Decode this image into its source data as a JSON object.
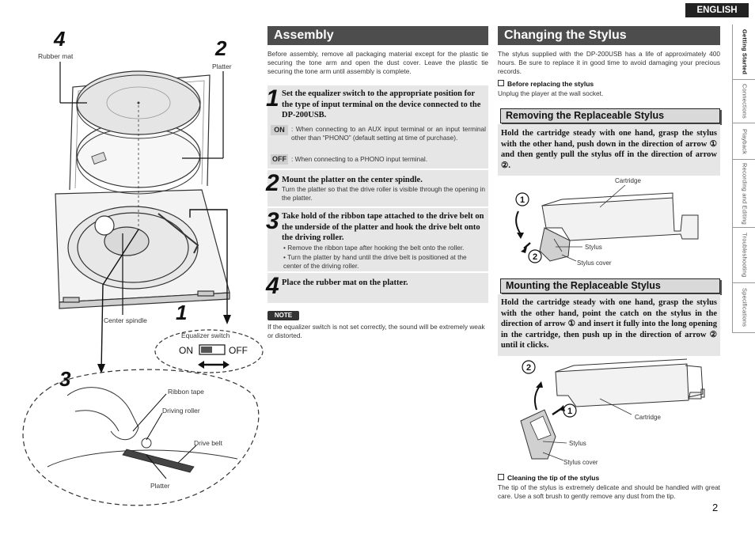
{
  "header": {
    "language": "ENGLISH",
    "page_number": "2"
  },
  "side_tabs": [
    "Getting Started",
    "Connections",
    "Playback",
    "Recording and Editing",
    "Troubleshooting",
    "Specifications"
  ],
  "illustration": {
    "step_4": "4",
    "step_2": "2",
    "step_1": "1",
    "step_3": "3",
    "rubber_mat": "Rubber mat",
    "platter": "Platter",
    "center_spindle": "Center spindle",
    "equalizer_switch": "Equalizer switch",
    "on": "ON",
    "off": "OFF",
    "ribbon_tape": "Ribbon tape",
    "driving_roller": "Driving roller",
    "drive_belt": "Drive belt",
    "platter_bottom": "Platter"
  },
  "assembly": {
    "title": "Assembly",
    "intro": "Before assembly, remove all packaging material except for the plastic tie securing the tone arm and open the dust cover. Leave the plastic tie securing the tone arm until assembly is complete.",
    "steps": [
      {
        "num": "1",
        "text": "Set the equalizer switch to the appropriate position for the type of input terminal on the device connected to the DP-200USB.",
        "options": [
          {
            "badge": "ON",
            "text": ": When connecting to an AUX input terminal or an input terminal other than “PHONO” (default setting at time of purchase)."
          },
          {
            "badge": "OFF",
            "text": ": When connecting to a PHONO input terminal."
          }
        ]
      },
      {
        "num": "2",
        "text": "Mount the platter on the center spindle.",
        "sub": "Turn the platter so that the drive roller is visible through the opening in the platter."
      },
      {
        "num": "3",
        "text": "Take hold of the ribbon tape attached to the drive belt on the underside of the platter and hook the drive belt onto the driving roller.",
        "bullets": [
          "Remove the ribbon tape after hooking the belt onto the roller.",
          "Turn the platter by hand until the drive belt is positioned at the center of the driving roller."
        ]
      },
      {
        "num": "4",
        "text": "Place the rubber mat on the platter."
      }
    ],
    "note_label": "NOTE",
    "note": "If the equalizer switch is not set correctly, the sound will be extremely weak or distorted."
  },
  "stylus": {
    "title": "Changing the Stylus",
    "intro": "The stylus supplied with the DP-200USB has a life of approximately 400 hours. Be sure to replace it in good time to avoid damaging your precious records.",
    "before_heading": "Before replacing the stylus",
    "before_text": "Unplug the player at the wall socket.",
    "removing": {
      "title": "Removing the Replaceable Stylus",
      "text": "Hold the cartridge steady with one hand, grasp the stylus with the other hand, push down in the direction of arrow ① and then gently pull the stylus off in the direction of arrow ②.",
      "cartridge": "Cartridge",
      "stylus": "Stylus",
      "stylus_cover": "Stylus cover",
      "n1": "1",
      "n2": "2"
    },
    "mounting": {
      "title": "Mounting the Replaceable Stylus",
      "text": "Hold the cartridge steady with one hand, grasp the stylus with the other hand, point the catch on the stylus in the direction of arrow ① and insert it fully into the long opening in the cartridge, then push up in the direction of arrow ② until it clicks.",
      "cartridge": "Cartridge",
      "stylus": "Stylus",
      "stylus_cover": "Stylus cover",
      "n1": "1",
      "n2": "2"
    },
    "cleaning_heading": "Cleaning the tip of the stylus",
    "cleaning_text": "The tip of the stylus is extremely delicate and should be handled with great care. Use a soft brush to gently remove any dust from the tip."
  }
}
